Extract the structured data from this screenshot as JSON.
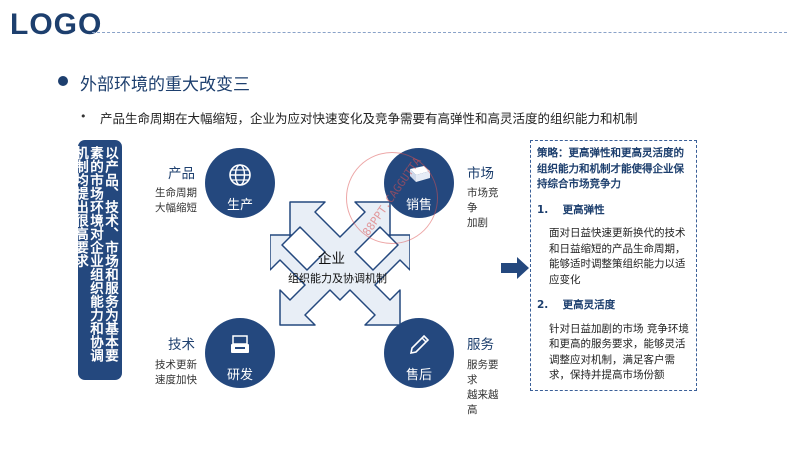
{
  "logo": "LOGO",
  "section_title": "外部环境的重大改变三",
  "bullet_symbol": "•",
  "bullet_text": "产品生命周期在大幅缩短，企业为应对快速变化及竞争需要有高弹性和高灵活度的组织能力和机制",
  "vertical_box": "以产品、技术、市场和服务为基本要素的市场环境对企业组织能力和协调机制均提出很高要求",
  "dimensions": {
    "product": {
      "title": "产品",
      "desc": "生命周期\n大幅缩短",
      "circle_label": "生产",
      "icon": "globe-icon"
    },
    "market": {
      "title": "市场",
      "desc": "市场竞争\n加剧",
      "circle_label": "销售",
      "icon": "book-icon"
    },
    "tech": {
      "title": "技术",
      "desc": "技术更新\n速度加快",
      "circle_label": "研发",
      "icon": "printer-icon"
    },
    "service": {
      "title": "服务",
      "desc": "服务要求\n越来越高",
      "circle_label": "售后",
      "icon": "pen-icon"
    }
  },
  "center": {
    "title": "企业",
    "subtitle": "组织能力及协调机制"
  },
  "watermark": "88PPT.CAGGUTTA",
  "strategy": {
    "heading": "策略：更高弹性和更高灵活度的组织能力和机制才能使得企业保持综合市场竞争力",
    "points": [
      {
        "num": "1.",
        "title": "更高弹性",
        "body": "面对日益快速更新换代的技术和日益缩短的产品生命周期，能够适时调整策组织能力以适应变化"
      },
      {
        "num": "2.",
        "title": "更高灵活度",
        "body": "针对日益加剧的市场 竞争环境和更高的服务要求，能够灵活调整应对机制，满足客户需求，保持并提高市场份额"
      }
    ]
  },
  "colors": {
    "primary": "#24487e",
    "accent": "#1d3f6e",
    "arrow": "#e8eef6"
  }
}
